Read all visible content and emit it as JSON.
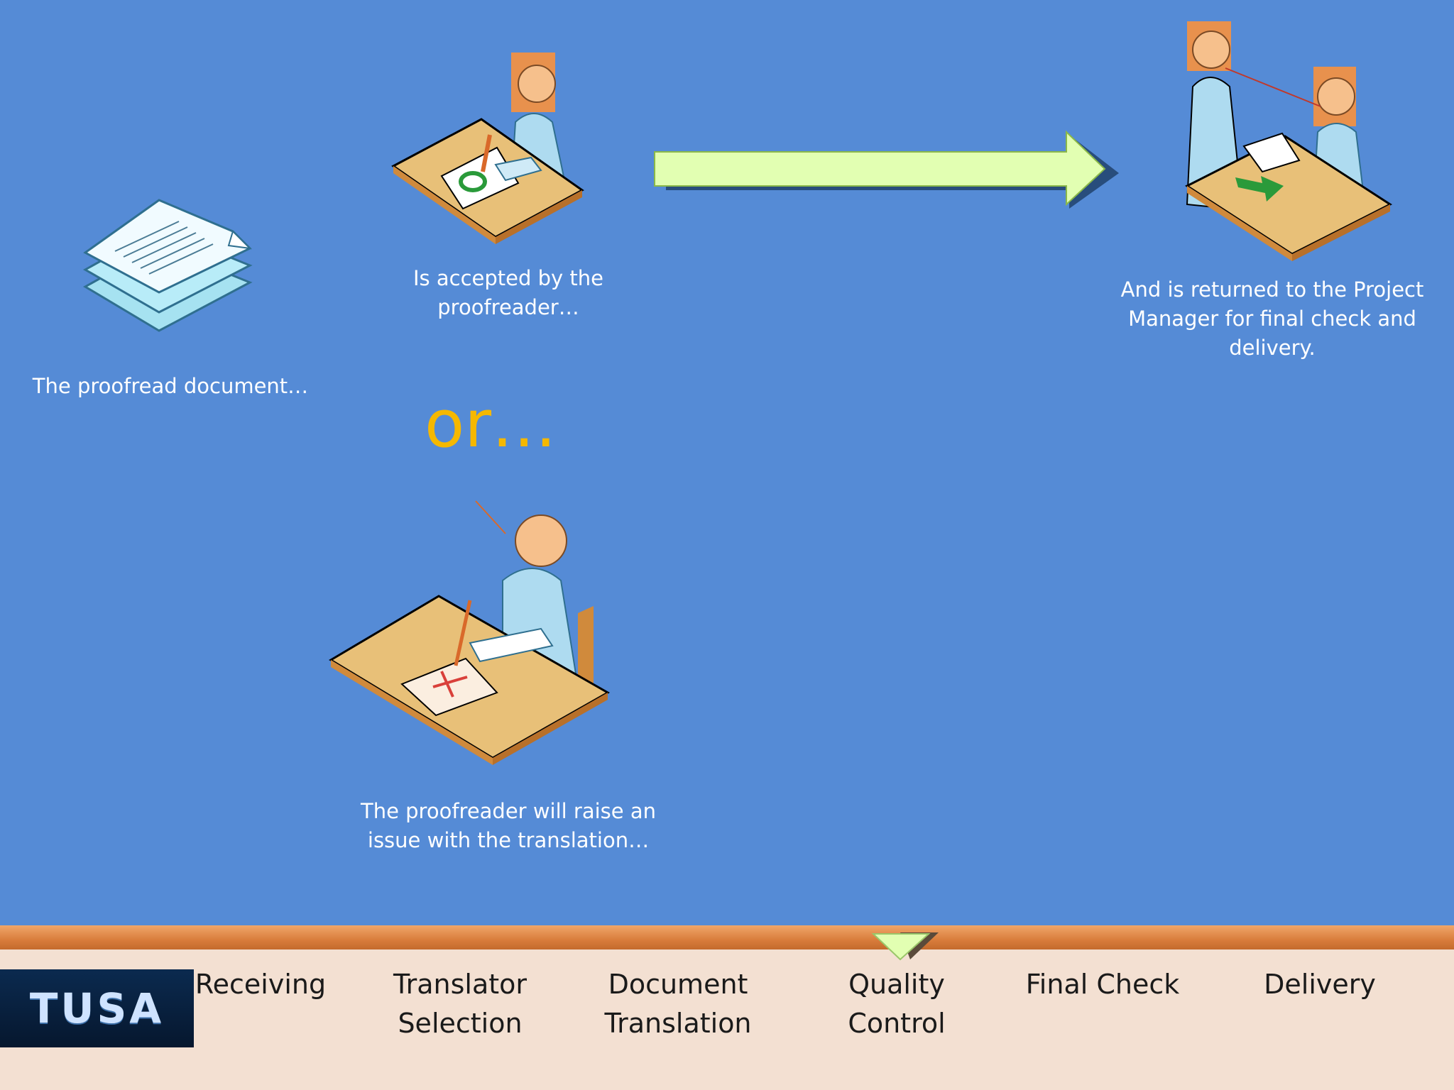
{
  "captions": {
    "document": "The proofread document…",
    "accepted": "Is accepted by the\nproofreader…",
    "returned": "And is returned to the Project\nManager for final check and\ndelivery.",
    "issue": "The proofreader will raise an\nissue with the translation…"
  },
  "or_text": "or…",
  "colors": {
    "background": "#558bd6",
    "or_text": "#f5b800",
    "arrow_fill": "#e2ffb2",
    "bottom_bar": "#f3e0d2",
    "stripe": "#d97d3c",
    "logo_bg": "#0b2a4f"
  },
  "logo": {
    "text": "TUSA"
  },
  "process_steps": [
    {
      "label": "Receiving"
    },
    {
      "label": "Translator\nSelection"
    },
    {
      "label": "Document\nTranslation"
    },
    {
      "label": "Quality\nControl",
      "current": true
    },
    {
      "label": "Final Check"
    },
    {
      "label": "Delivery"
    }
  ],
  "icons": {
    "document": "document-stack-icon",
    "accepted": "proofreader-approve-icon",
    "issue": "proofreader-reject-icon",
    "returned": "project-manager-meeting-icon",
    "flow_arrow": "right-arrow-icon",
    "current_marker": "current-step-marker-icon"
  }
}
